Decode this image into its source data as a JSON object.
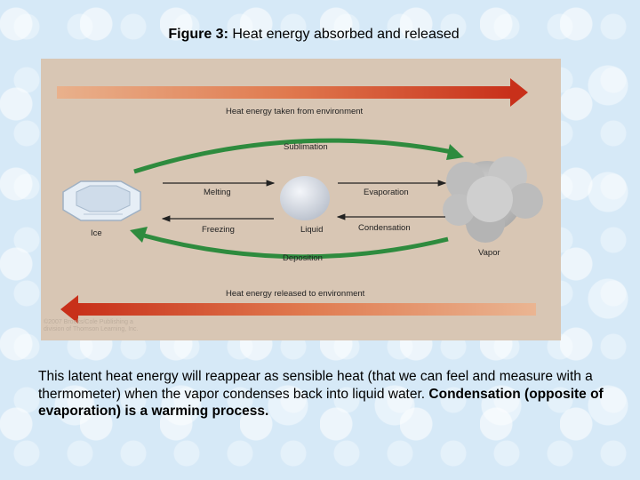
{
  "figure": {
    "label": "Figure 3:",
    "title": "Heat energy absorbed and released"
  },
  "diagram": {
    "top_arrow_label": "Heat energy taken from environment",
    "bottom_arrow_label": "Heat energy released to environment",
    "sublimation": "Sublimation",
    "melting": "Melting",
    "freezing": "Freezing",
    "evaporation": "Evaporation",
    "condensation": "Condensation",
    "deposition": "Deposition",
    "ice": "Ice",
    "liquid": "Liquid",
    "vapor": "Vapor",
    "copyright_line1": "©2007 Brooks/Cole Publishing a",
    "copyright_line2": "division of Thomson Learning, Inc."
  },
  "caption": {
    "text1": "This latent heat energy will reappear as sensible heat (that we can feel and measure with a thermometer) when the vapor condenses back into liquid water.",
    "bold": "Condensation (opposite of evaporation) is a warming process."
  },
  "colors": {
    "panel_bg": "#d8c6b4",
    "heat_arrow_red": "#c8371c",
    "heat_arrow_orange": "#e8a47a",
    "phase_arrow_green": "#2e8b3e"
  }
}
